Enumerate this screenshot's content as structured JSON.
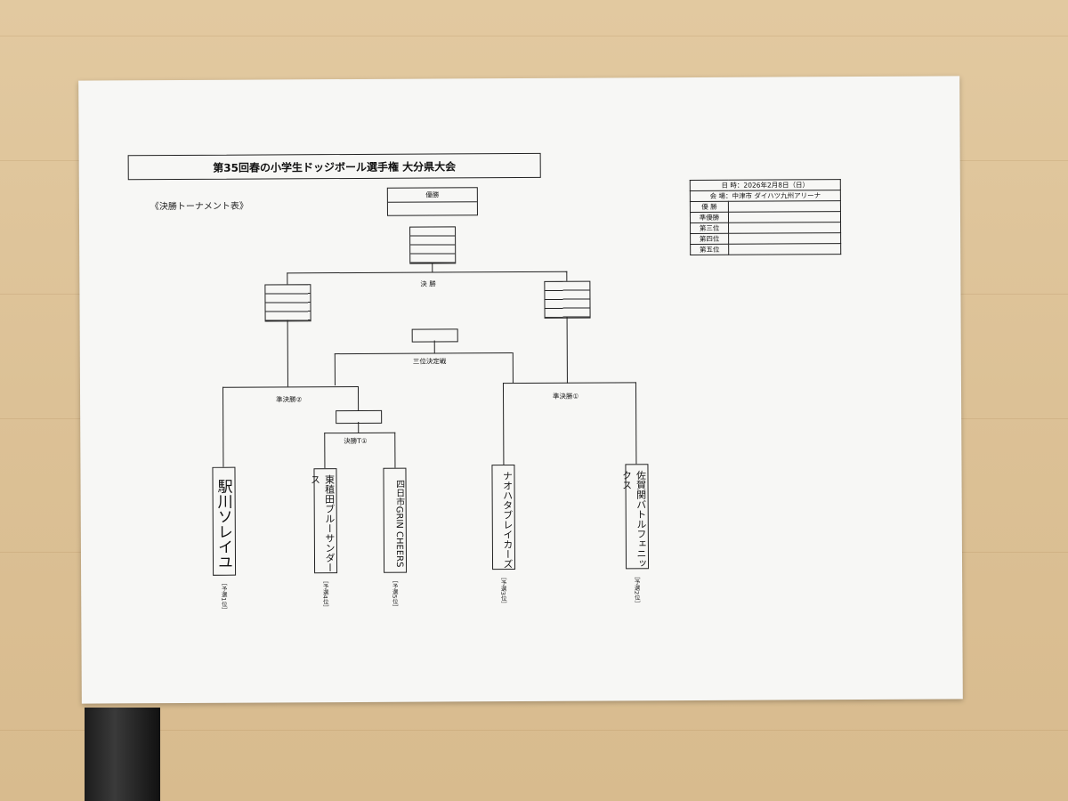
{
  "poster": {
    "title": "第35回春の小学生ドッジボール選手権 大分県大会",
    "subtitle": "《決勝トーナメント表》"
  },
  "info": {
    "date": "日 時：2026年2月8日（日）",
    "venue": "会 場：中津市 ダイハツ九州アリーナ",
    "ranks": [
      "優 勝",
      "準優勝",
      "第三位",
      "第四位",
      "第五位"
    ]
  },
  "bracket": {
    "champion_label": "優勝",
    "final_label": "決 勝",
    "third_place_label": "三位決定戦",
    "semi2_label": "準決勝②",
    "semi1_label": "準決勝①",
    "qf1_label": "決勝T①"
  },
  "teams": [
    {
      "name": "駅川ソレイユ",
      "seed": "［予選1位］"
    },
    {
      "name": "東稙田ブルーサンダース",
      "seed": "［予選4位］"
    },
    {
      "name": "四日市GRIN CHEERS",
      "seed": "［予選5位］"
    },
    {
      "name": "ナオハタブレイカーズ",
      "seed": "［予選3位］"
    },
    {
      "name": "佐賀関バトルフェニックス",
      "seed": "［予選2位］"
    }
  ]
}
